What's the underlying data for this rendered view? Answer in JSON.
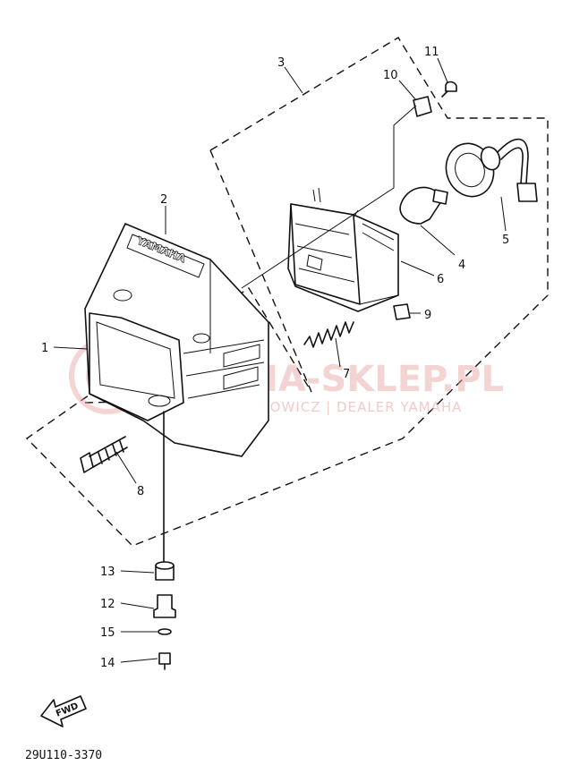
{
  "diagram": {
    "callouts": [
      "1",
      "2",
      "3",
      "4",
      "5",
      "6",
      "7",
      "8",
      "9",
      "10",
      "11",
      "12",
      "13",
      "14",
      "15"
    ],
    "brand_label": "YAMAHA",
    "fwd_label": "FWD",
    "drawing_code": "29U110-3370"
  },
  "watermark": {
    "title": "YAMA-SKLEP.PL",
    "subtitle": "MOTO JUCHOWICZ | DEALER YAMAHA"
  }
}
